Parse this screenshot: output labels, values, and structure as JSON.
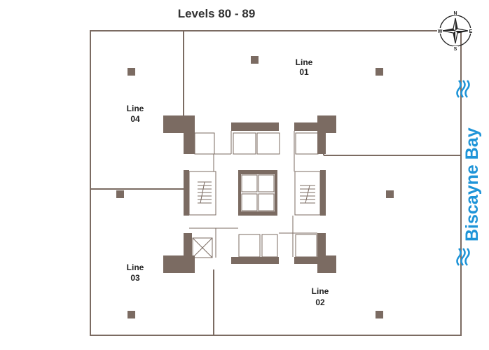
{
  "title": "Levels 80 - 89",
  "units": [
    {
      "line": "Line",
      "number": "01"
    },
    {
      "line": "Line",
      "number": "02"
    },
    {
      "line": "Line",
      "number": "03"
    },
    {
      "line": "Line",
      "number": "04"
    }
  ],
  "compass": {
    "n": "N",
    "e": "E",
    "s": "S",
    "w": "W"
  },
  "water_label": "Biscayne Bay",
  "colors": {
    "wall": "#7b6b62",
    "water": "#1e94d8"
  }
}
